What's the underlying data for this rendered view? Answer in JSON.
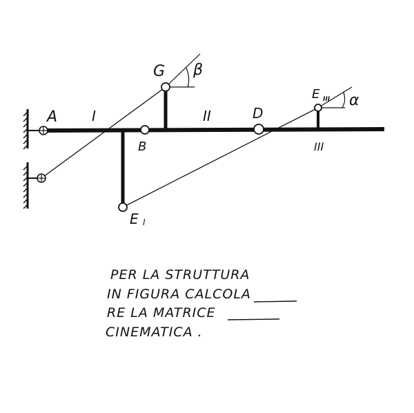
{
  "labels": {
    "A": "A",
    "B": "B",
    "D": "D",
    "G": "G",
    "E1": "E",
    "E1_sub": "I",
    "E3": "E",
    "E3_sub": "III",
    "beta": "β",
    "alpha": "α",
    "beam_I": "I",
    "beam_II": "II",
    "beam_III": "III"
  },
  "caption": {
    "line1": "PER LA STRUTTURA",
    "line2": "IN FIGURA CALCOLA",
    "line3": "RE LA MATRICE",
    "line4": "CINEMATICA ."
  },
  "colors": {
    "ink": "#111111",
    "background": "#ffffff"
  }
}
